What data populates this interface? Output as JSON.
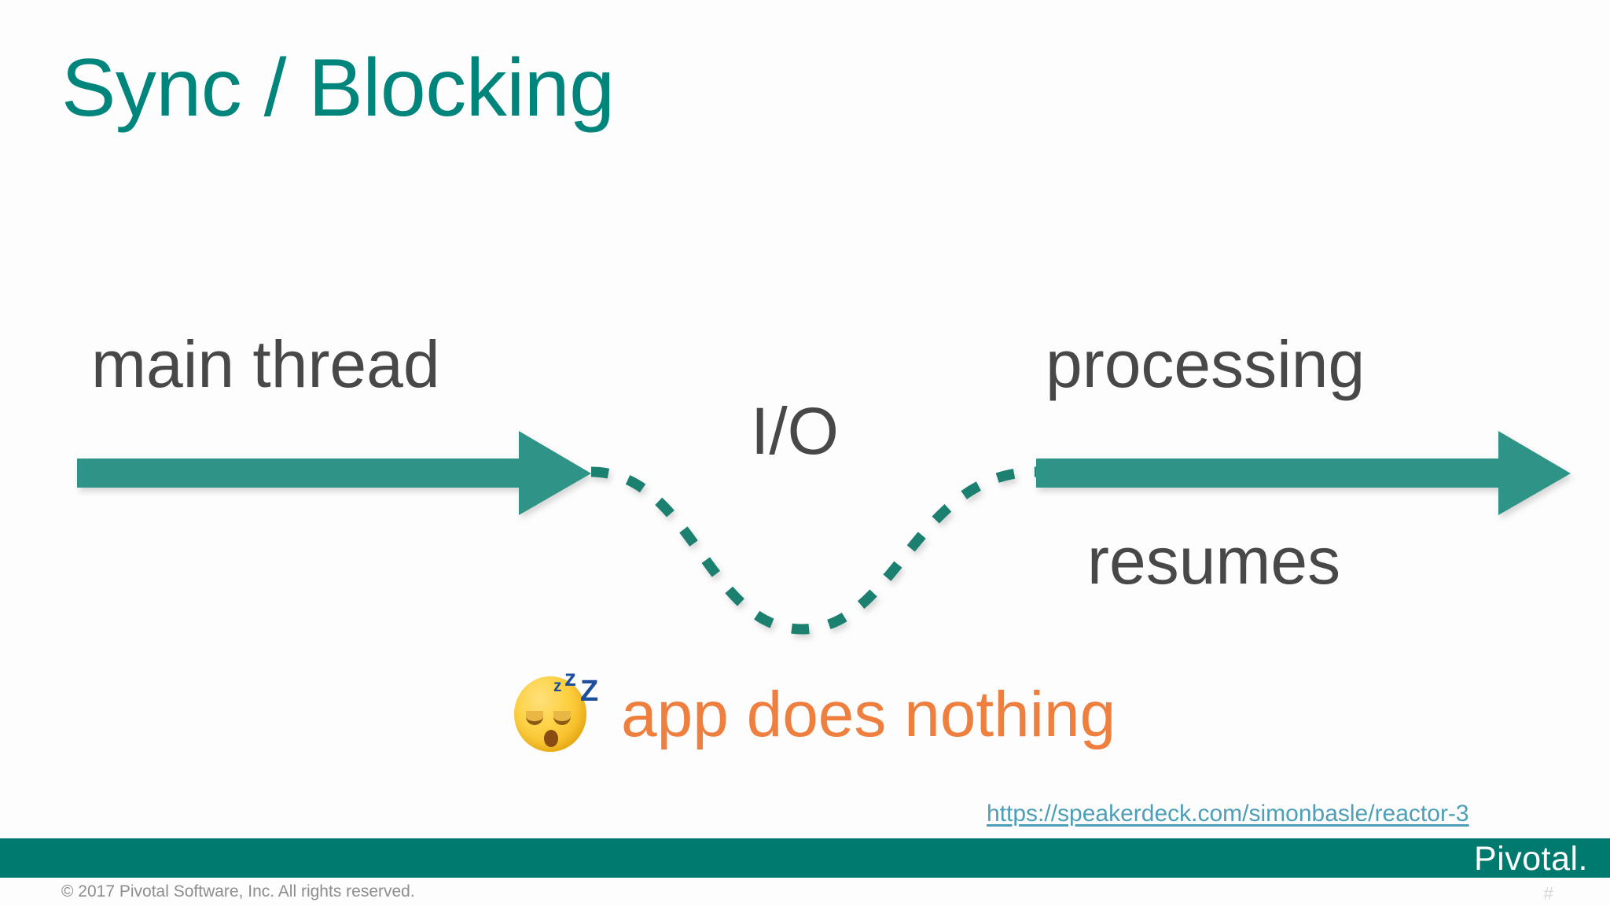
{
  "slide": {
    "title": "Sync / Blocking",
    "background_color": "#fdfdfd",
    "title_color": "#00857c"
  },
  "diagram": {
    "labels": {
      "main_thread": "main thread",
      "io": "I/O",
      "processing": "processing",
      "resumes": "resumes"
    },
    "arrow_color": "#2f9487",
    "dashed_curve_color": "#1b8070",
    "text_color": "#484848"
  },
  "annotation": {
    "emoji_name": "sleeping-face-emoji",
    "emoji_zzz": [
      "z",
      "z",
      "Z"
    ],
    "text": "app does nothing",
    "text_color": "#ef7f3e"
  },
  "source": {
    "url_text": "https://speakerdeck.com/simonbasle/reactor-3",
    "link_color": "#4d9fb8"
  },
  "footer": {
    "bar_color": "#00796e",
    "brand": "Pivotal.",
    "copyright": "© 2017 Pivotal Software, Inc.  All rights reserved.",
    "slide_number": "#"
  }
}
